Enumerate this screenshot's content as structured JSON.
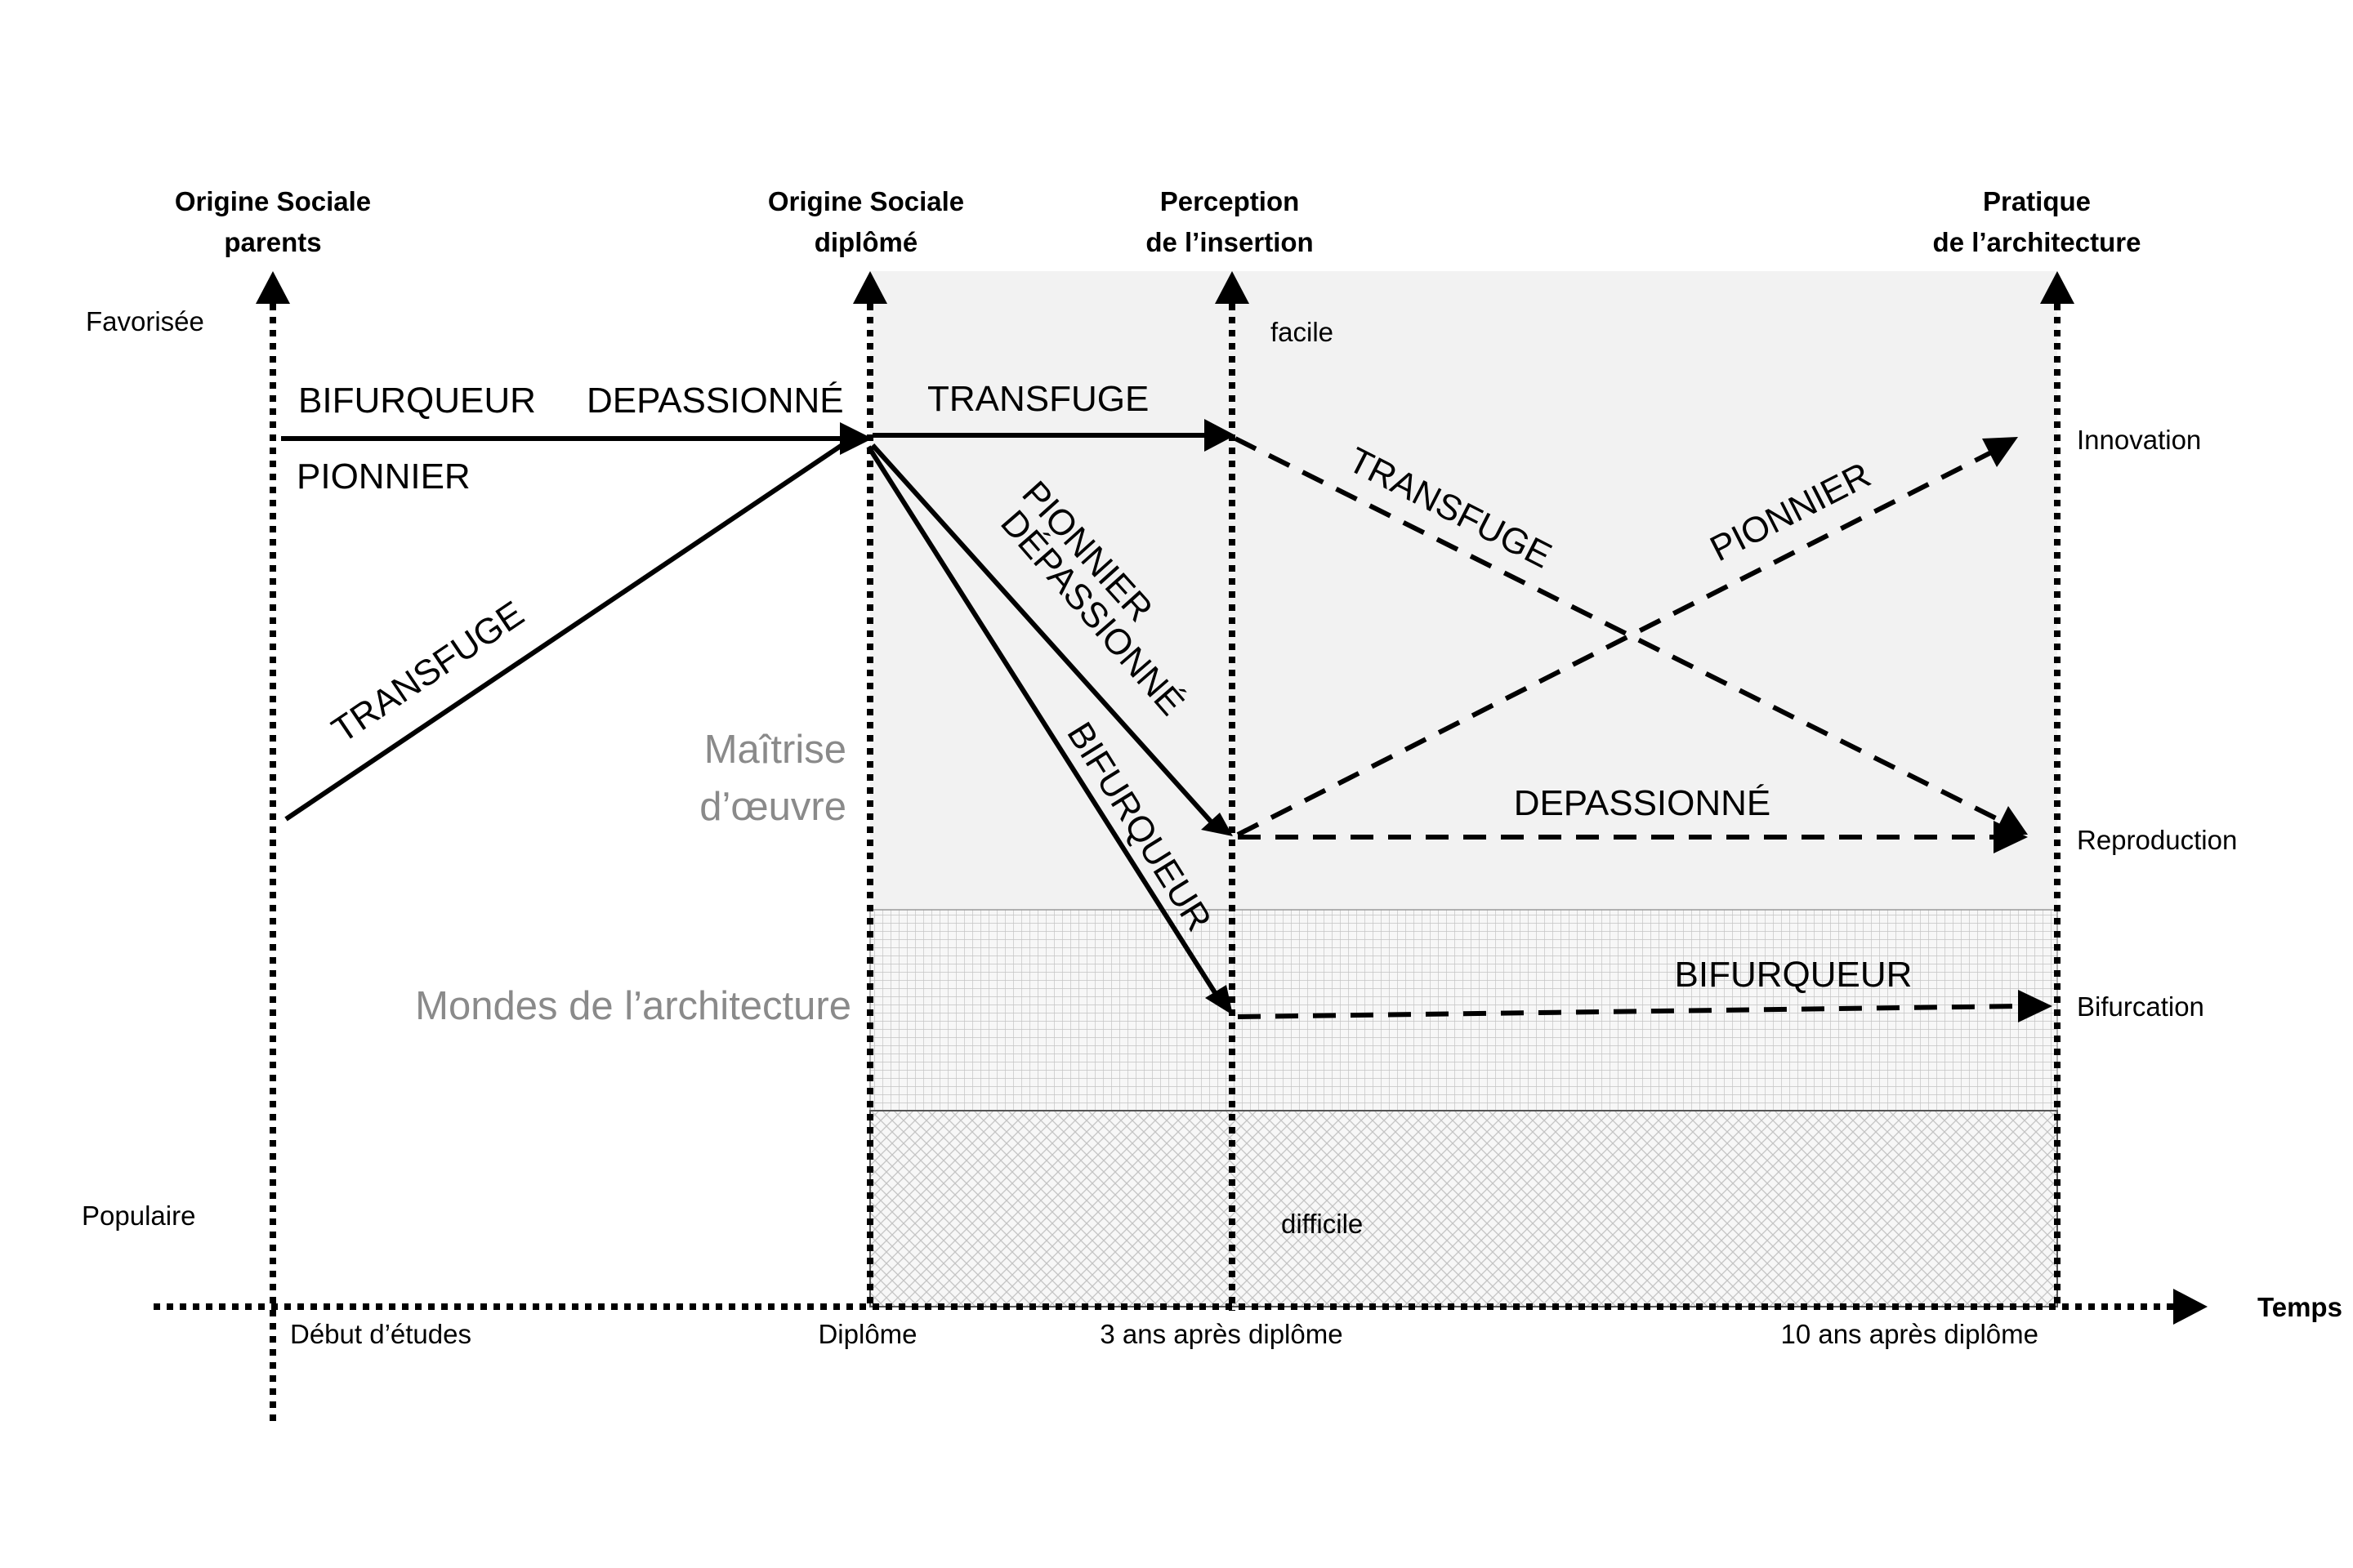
{
  "axes": {
    "parents": {
      "line1": "Origine Sociale",
      "line2": "parents"
    },
    "graduate": {
      "line1": "Origine Sociale",
      "line2": "diplômé"
    },
    "insertion": {
      "line1": "Perception",
      "line2": "de l’insertion"
    },
    "practice": {
      "line1": "Pratique",
      "line2": "de l’architecture"
    },
    "time": "Temps"
  },
  "y_labels": {
    "top": "Favorisée",
    "bottom": "Populaire"
  },
  "x_labels": {
    "start": "Début d’études",
    "diploma": "Diplôme",
    "three_years": "3 ans après diplôme",
    "ten_years": "10 ans après diplôme"
  },
  "insertion_labels": {
    "easy": "facile",
    "hard": "difficile"
  },
  "outcomes": {
    "innovation": "Innovation",
    "reproduction": "Reproduction",
    "bifurcation": "Bifurcation"
  },
  "zones": {
    "maitrise_line1": "Maîtrise",
    "maitrise_line2": "d’œuvre",
    "mondes": "Mondes de l’architecture"
  },
  "path_labels": {
    "bifurqueur_top": "BIFURQUEUR",
    "depassionne_top": "DEPASSIONNÉ",
    "pionnier_top": "PIONNIER",
    "transfuge_rise": "TRANSFUGE",
    "transfuge_top": "TRANSFUGE",
    "pionnier_diag": "PIONNIER",
    "depassionne_diag": "DÉPASSIONNÉ",
    "bifurqueur_diag": "BIFURQUEUR",
    "transfuge_dash": "TRANSFUGE",
    "pionnier_dash": "PIONNIER",
    "depassionne_dash": "DEPASSIONNÉ",
    "bifurqueur_dash": "BIFURQUEUR"
  },
  "colors": {
    "ink": "#000000",
    "zone_light": "#f2f2f2",
    "zone_text": "#8a8a8a",
    "grid": "#c8c8c8"
  }
}
